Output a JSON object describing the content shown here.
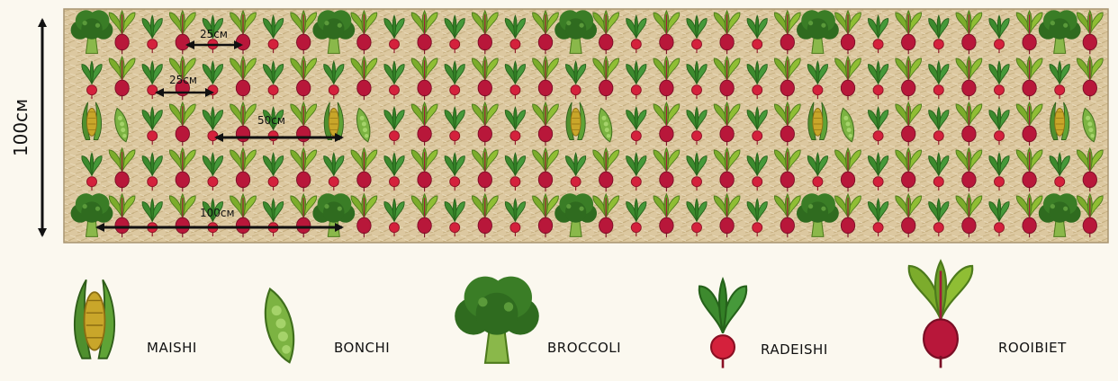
{
  "bed": {
    "height_label": "100см",
    "dimensions": [
      "25см",
      "25см",
      "50см",
      "100см"
    ]
  },
  "legend": [
    {
      "key": "maize",
      "label": "MAISHI"
    },
    {
      "key": "pea",
      "label": "BONCHI"
    },
    {
      "key": "broccoli",
      "label": "BROCCOLI"
    },
    {
      "key": "radish",
      "label": "RADEISHI"
    },
    {
      "key": "beet",
      "label": "ROOIBIET"
    }
  ],
  "colors": {
    "straw": "#dcc8a0",
    "leaf": "#3d8a2e",
    "beet_leaf": "#7cac2c",
    "beet_root": "#b8173a",
    "radish_root": "#d4213c",
    "broccoli": "#2f6b1f",
    "corn": "#c9a62a",
    "pea_pod": "#7cb342"
  }
}
